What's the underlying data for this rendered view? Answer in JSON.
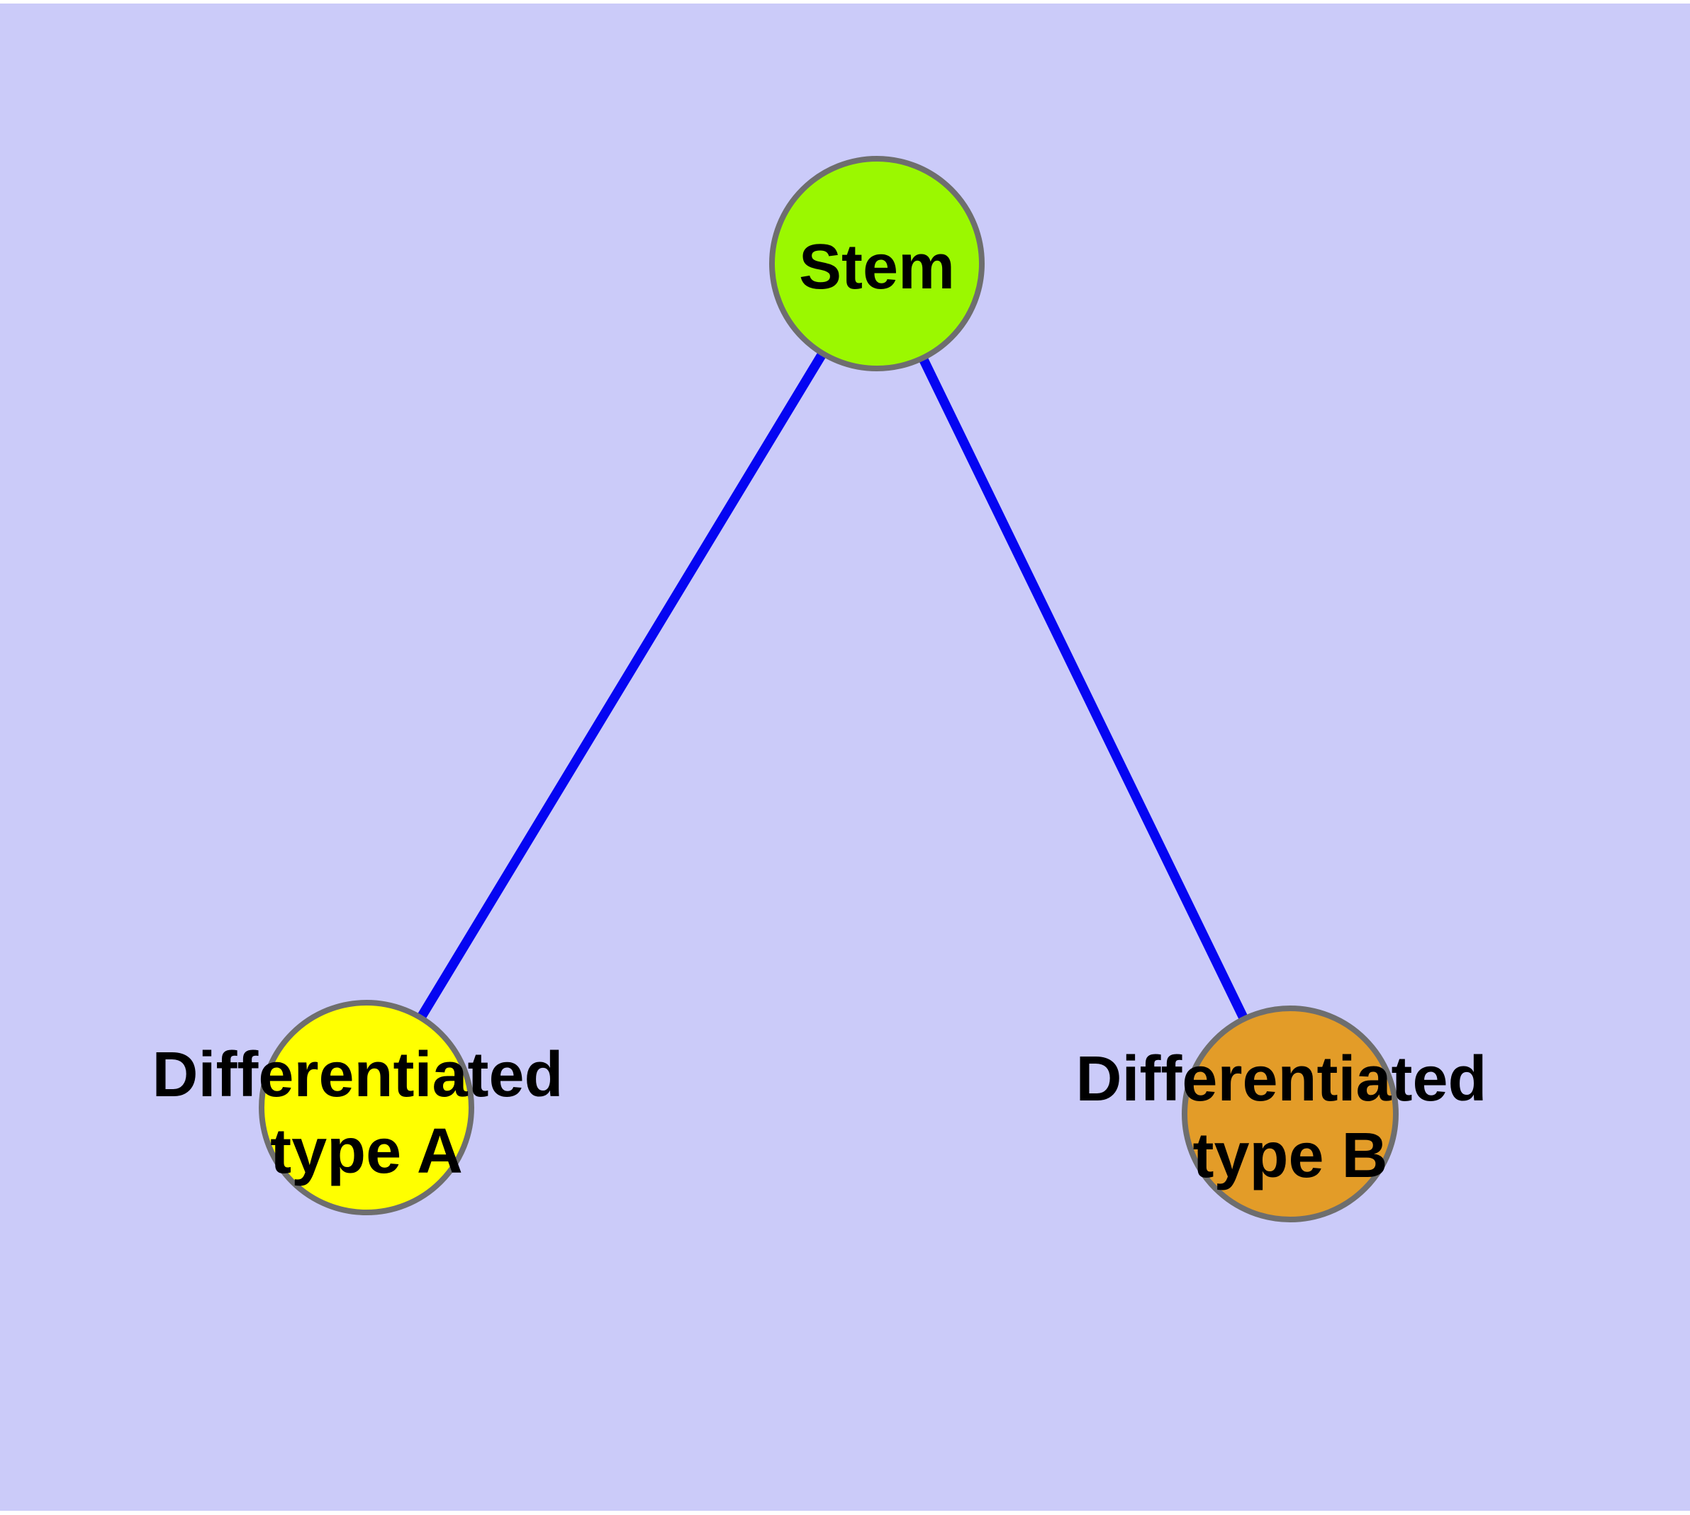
{
  "diagram": {
    "type": "graph",
    "description": "Cell differentiation graph: one stem node with two differentiated child nodes",
    "page_color": "#ffffff",
    "background_color": "#cbcbf9",
    "edge_color": "#0505f2",
    "node_border_color": "#6e6e6e",
    "label_color": "#000000",
    "nodes": [
      {
        "id": "stem",
        "label": "Stem",
        "label_line1": "Stem",
        "label_line2": "",
        "fill": "#9bf800"
      },
      {
        "id": "type-a",
        "label": "Differentiated type A",
        "label_line1": "Differentiated",
        "label_line2": "type A",
        "fill": "#ffff00"
      },
      {
        "id": "type-b",
        "label": "Differentiated type B",
        "label_line1": "Differentiated",
        "label_line2": "type B",
        "fill": "#e39c28"
      }
    ],
    "edges": [
      {
        "from": "Stem",
        "to": "Differentiated type A"
      },
      {
        "from": "Stem",
        "to": "Differentiated type B"
      }
    ]
  }
}
